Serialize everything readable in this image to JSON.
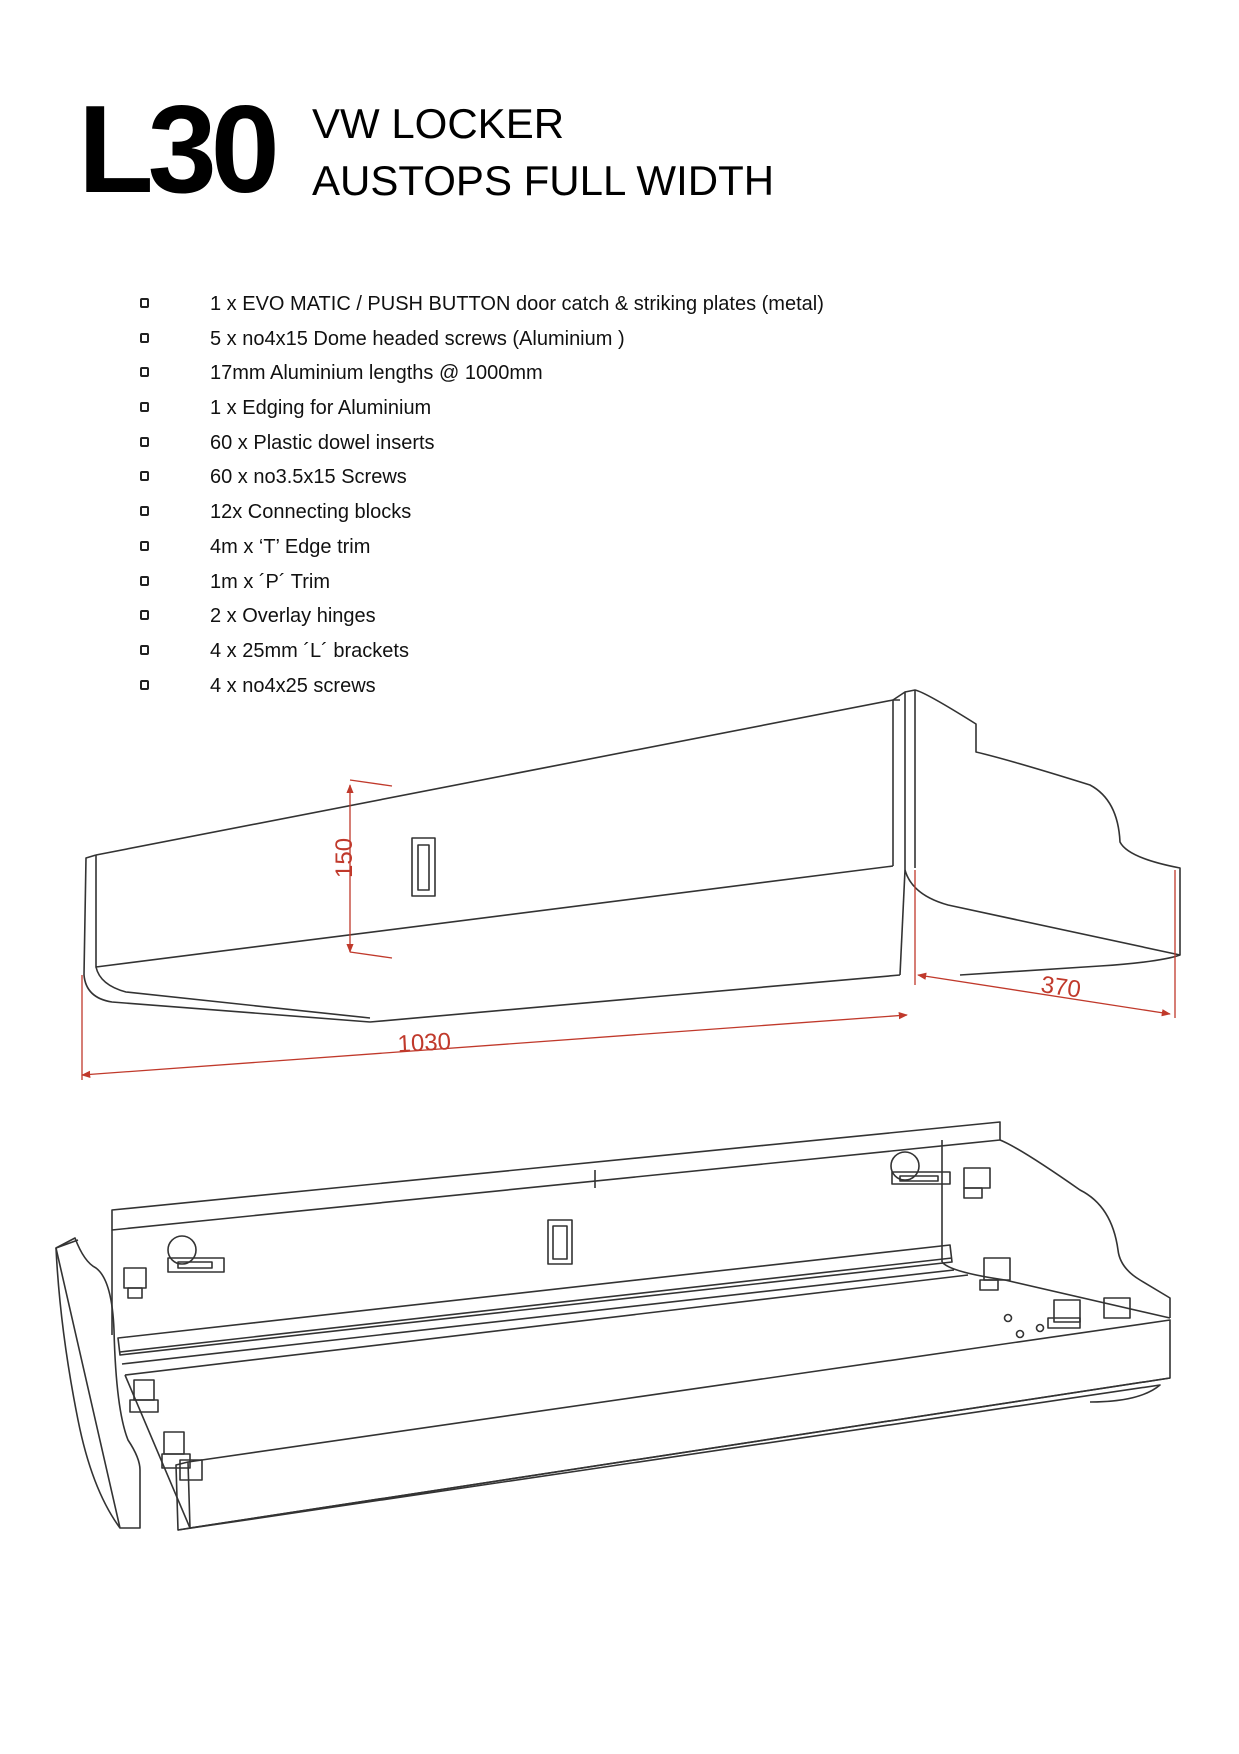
{
  "header": {
    "code": "L30",
    "title_line1": "VW LOCKER",
    "title_line2": "AUSTOPS FULL WIDTH"
  },
  "parts": [
    "1 x EVO MATIC / PUSH BUTTON door catch & striking plates (metal)",
    "5 x no4x15 Dome headed screws (Aluminium )",
    "17mm Aluminium lengths @ 1000mm",
    "1 x Edging for Aluminium",
    "60 x Plastic dowel inserts",
    "60 x no3.5x15 Screws",
    "12x Connecting blocks",
    "4m x ‘T’ Edge trim",
    "1m x ´P´ Trim",
    "2 x Overlay hinges",
    "4 x 25mm ´L´ brackets",
    "4 x no4x25 screws"
  ],
  "dimensions": {
    "height": "150",
    "depth": "370",
    "width": "1030"
  },
  "colors": {
    "dimension": "#c0392b",
    "line": "#333333"
  }
}
